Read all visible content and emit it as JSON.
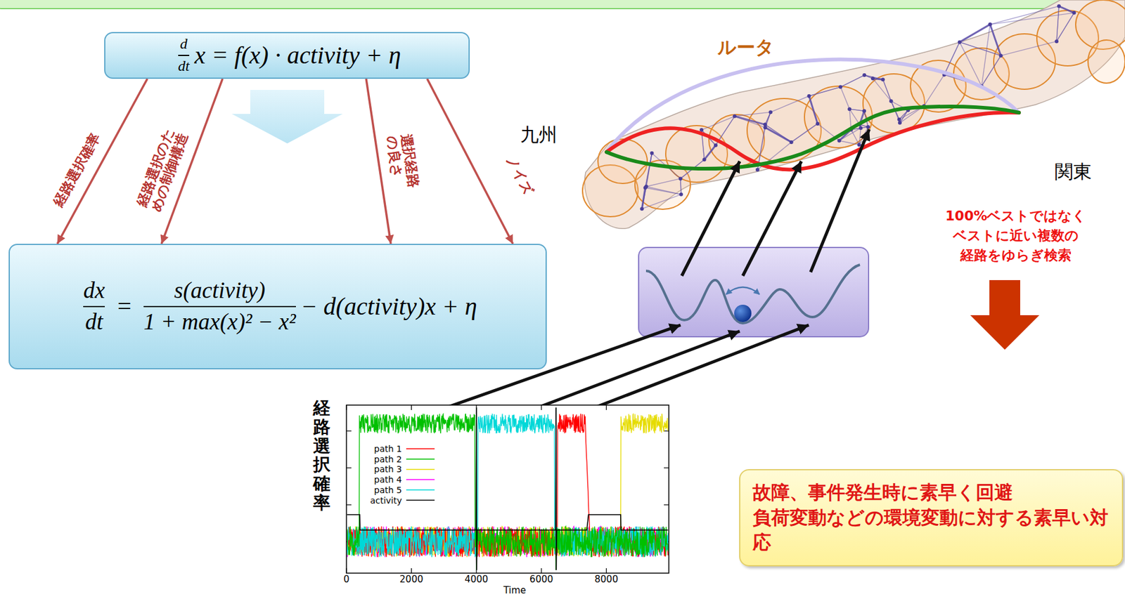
{
  "diagram": {
    "nodes": [
      {
        "text": [
          "d",
          "dt",
          "x = f(x) · activity + η"
        ]
      },
      {
        "text": [
          "dx",
          "dt",
          "=",
          "s(activity)",
          "1 + max(x)² − x²",
          "− d(activity)x + η"
        ]
      },
      {
        "text": [
          "故障、事件発生時に素早く回避",
          "負荷変動などの環境変動に対する素早い対応"
        ]
      }
    ],
    "edges": [
      {
        "from": 0,
        "to": 1,
        "arrow": "to",
        "label": "経路選択確率"
      },
      {
        "from": 0,
        "to": 1,
        "arrow": "to",
        "label": "経路選択のための制御構造"
      },
      {
        "from": 0,
        "to": 1,
        "arrow": "to",
        "label": "選択経路の良さ"
      },
      {
        "from": 0,
        "to": 1,
        "arrow": "to",
        "label": "ノイズ"
      }
    ],
    "labels": [
      "ルータ",
      "九州",
      "関東",
      "100%ベストではなく ベストに近い複数の 経路をゆらぎ検索",
      "経路選択確率",
      "0",
      "2000",
      "4000",
      "6000",
      "8000",
      "Time"
    ],
    "legend": [
      {
        "text": "path 1"
      },
      {
        "text": "path 2"
      },
      {
        "text": "path 3"
      },
      {
        "text": "path 4"
      },
      {
        "text": "path 5"
      },
      {
        "text": "activity"
      }
    ]
  }
}
